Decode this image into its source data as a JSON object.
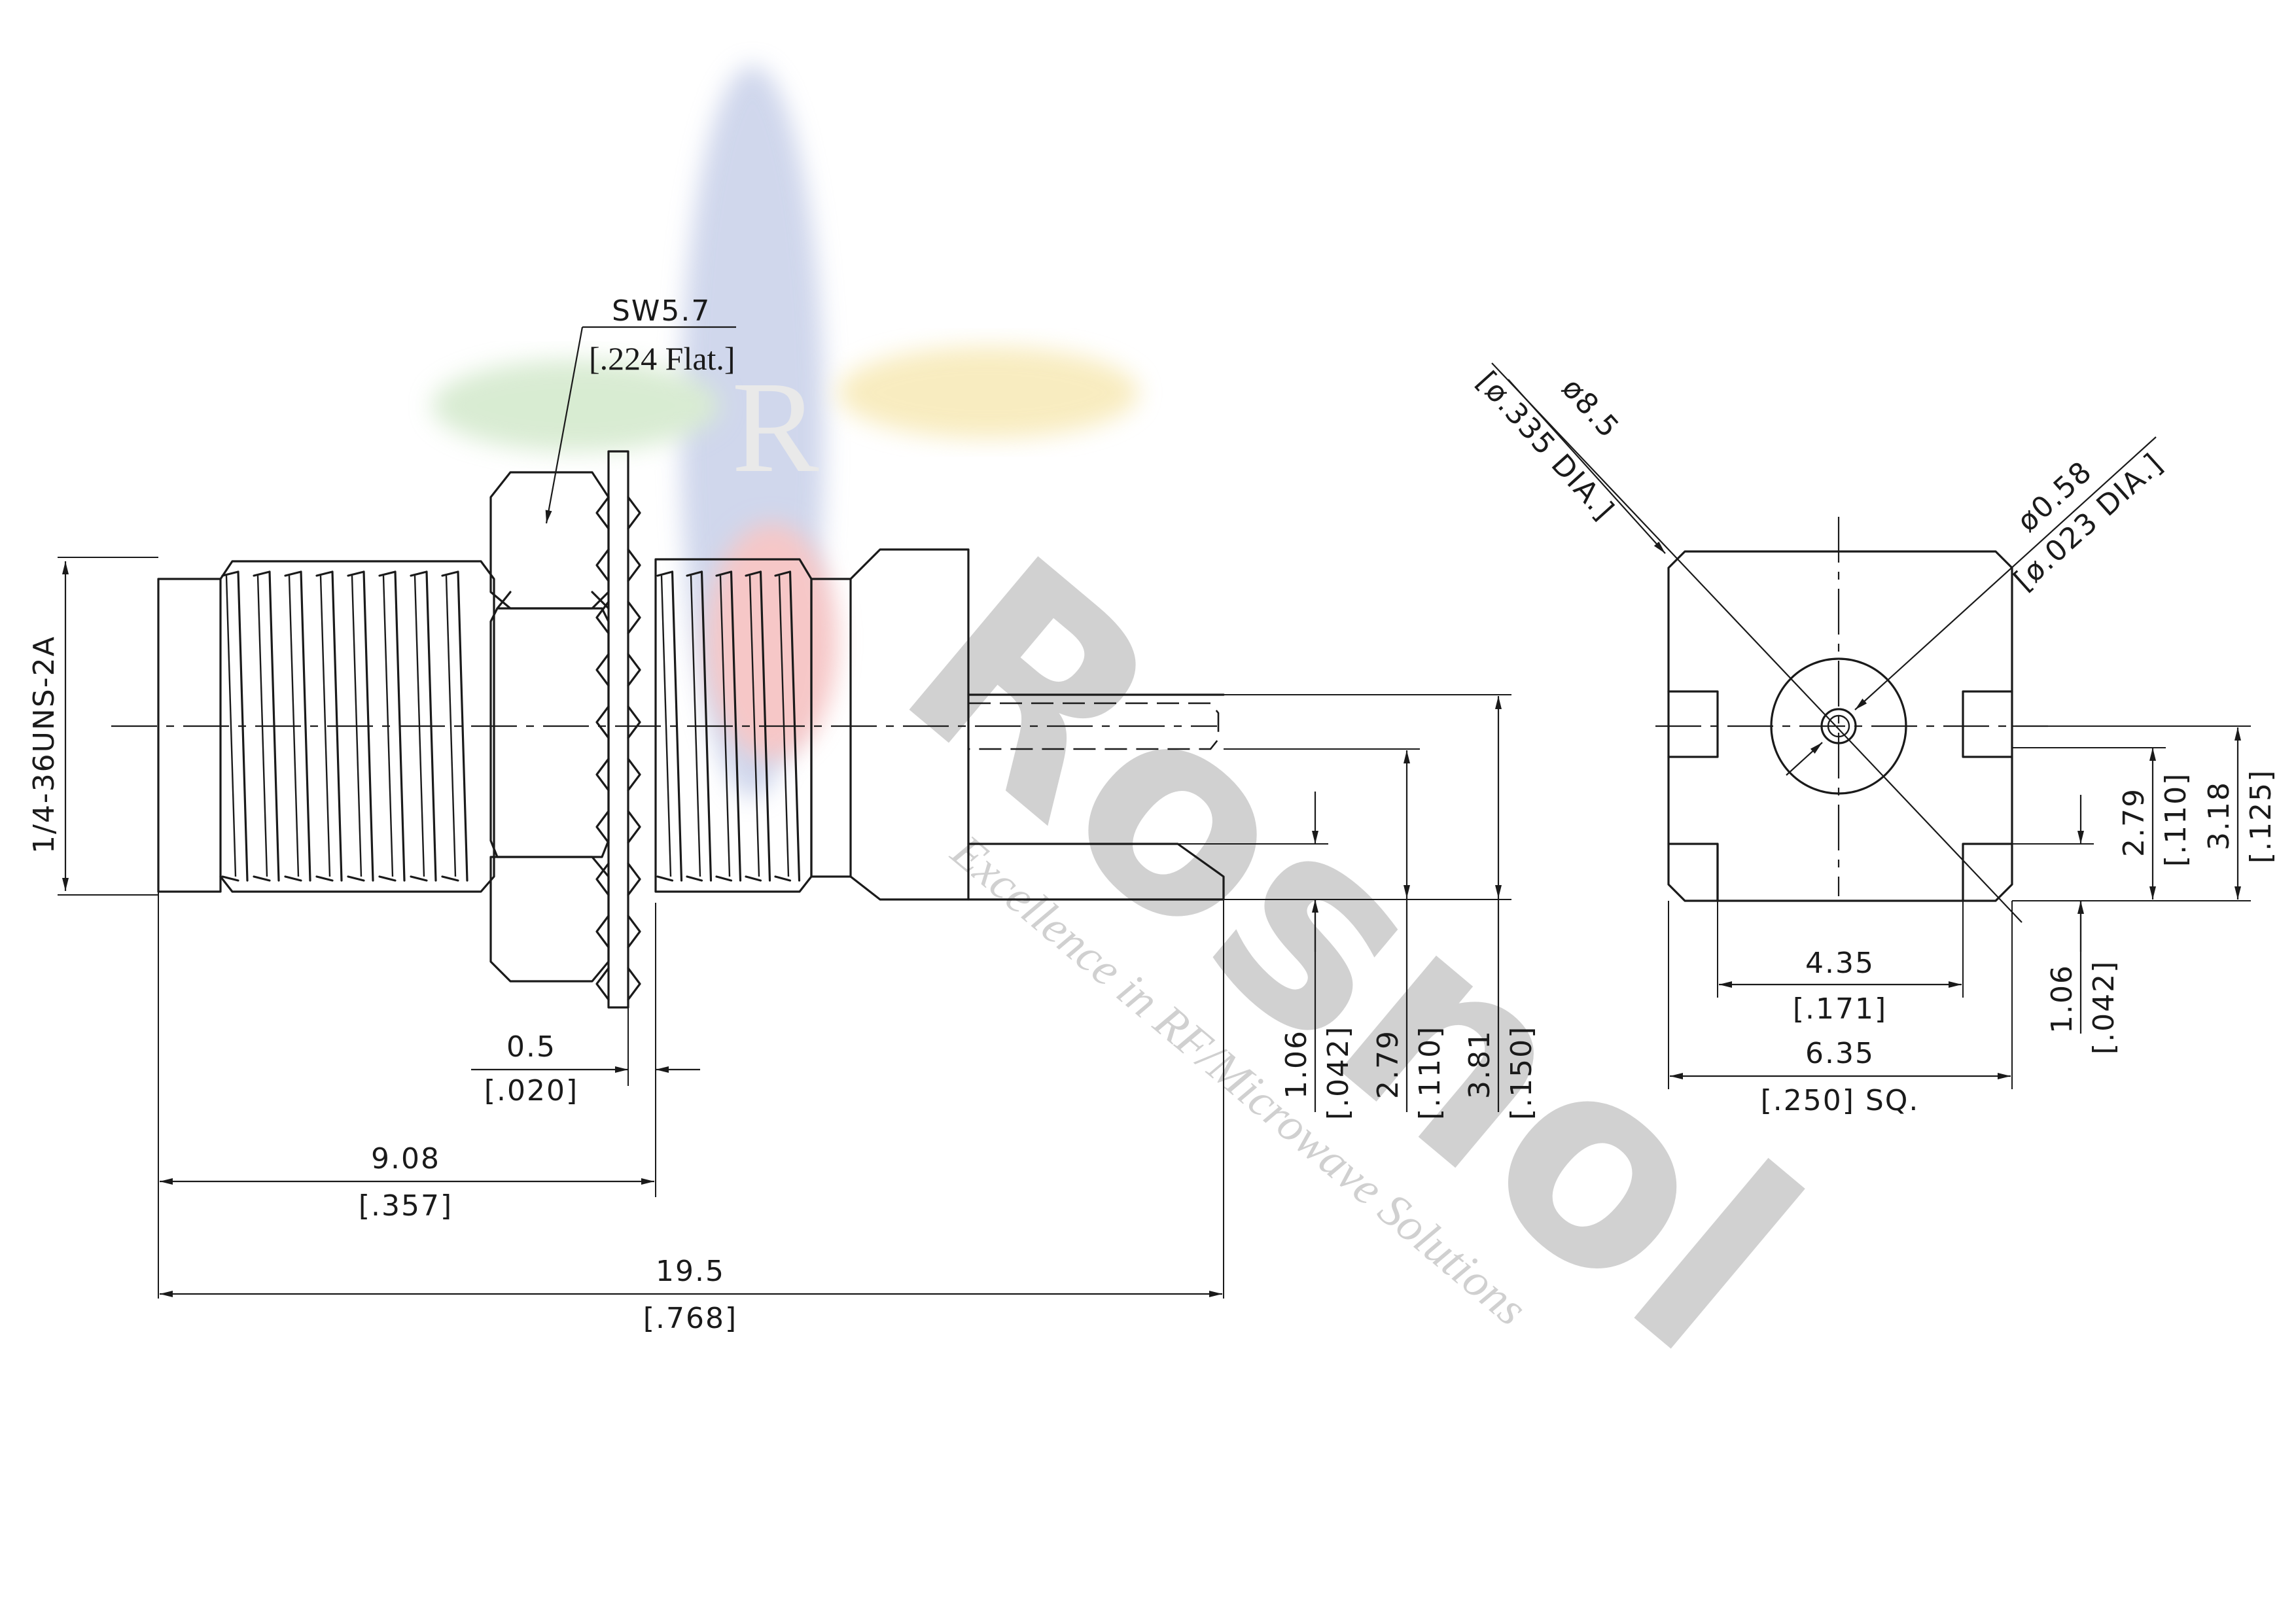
{
  "watermark": {
    "brand": "Rosnol",
    "tagline": "Excellence in RF/Microwave Solutions",
    "logo_letter": "R",
    "colors": {
      "blue": "#a9b6dd",
      "green": "#b9dcae",
      "yellow": "#f3dd8c",
      "red": "#ef9a9a",
      "gray": "#c9c9c9"
    }
  },
  "side_view": {
    "thread_label": "1/4-36UNS-2A",
    "hex_label": "SW5.7",
    "hex_label_inch": "[.224 Flat.]",
    "dims": {
      "washer_mm": "0.5",
      "washer_in": "[.020]",
      "panel_mm": "9.08",
      "panel_in": "[.357]",
      "overall_mm": "19.5",
      "overall_in": "[.768]",
      "tab_mm": "1.06",
      "tab_in": "[.042]",
      "pin_mm": "2.79",
      "pin_in": "[.110]",
      "height_mm": "3.81",
      "height_in": "[.150]"
    }
  },
  "front_view": {
    "dims": {
      "dia_mm": "ø8.5",
      "dia_in": "[ø.335 DIA.]",
      "pin_dia_mm": "ø0.58",
      "pin_dia_in": "[ø.023 DIA.]",
      "inner_mm": "4.35",
      "inner_in": "[.171]",
      "square_mm": "6.35",
      "square_in": "[.250] SQ.",
      "pin_mm": "2.79",
      "pin_in": "[.110]",
      "height_mm": "3.18",
      "height_in": "[.125]",
      "tab_mm": "1.06",
      "tab_in": "[.042]"
    }
  }
}
